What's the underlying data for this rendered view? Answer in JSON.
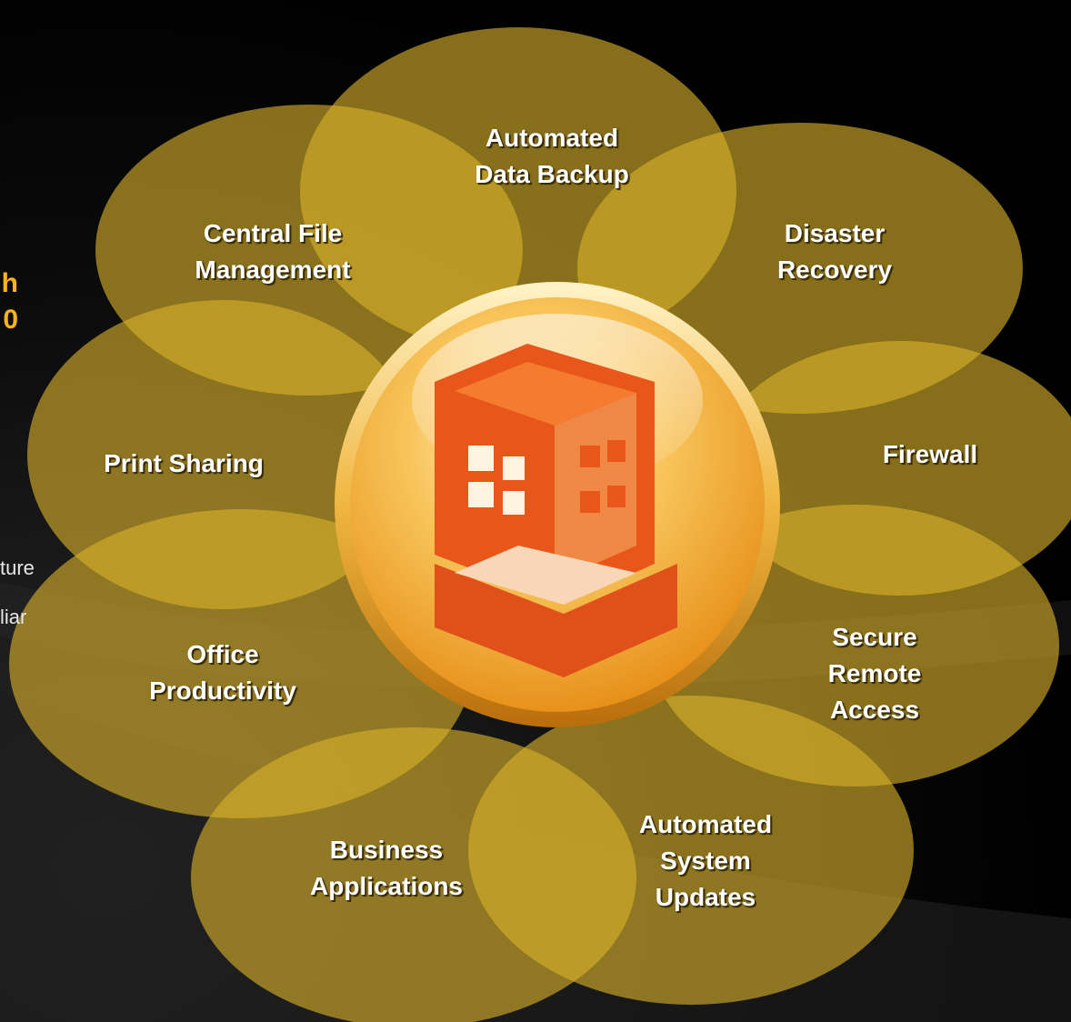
{
  "side_text": {
    "heading_fragment": "h\n0",
    "line1_fragment": "ture",
    "line2_fragment": "liar"
  },
  "petals": [
    {
      "id": "automated-data-backup",
      "label": "Automated\nData Backup"
    },
    {
      "id": "disaster-recovery",
      "label": "Disaster\nRecovery"
    },
    {
      "id": "firewall",
      "label": "Firewall"
    },
    {
      "id": "secure-remote-access",
      "label": "Secure\nRemote\nAccess"
    },
    {
      "id": "automated-system-updates",
      "label": "Automated\nSystem\nUpdates"
    },
    {
      "id": "business-applications",
      "label": "Business\nApplications"
    },
    {
      "id": "office-productivity",
      "label": "Office\nProductivity"
    },
    {
      "id": "print-sharing",
      "label": "Print Sharing"
    },
    {
      "id": "central-file-management",
      "label": "Central File\nManagement"
    }
  ],
  "center": {
    "icon": "server-building-icon"
  },
  "colors": {
    "petal": "#c29b14",
    "petal_overlap": "#d9b12a",
    "center_ring": "#f3c04a",
    "center_fill": "#f5a623",
    "icon": "#e8561a",
    "heading": "#f5b31c"
  }
}
